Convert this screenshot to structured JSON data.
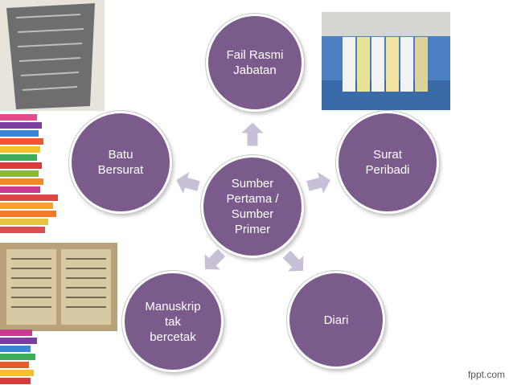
{
  "diagram": {
    "center": {
      "label": "Sumber\nPertama /\nSumber\nPrimer"
    },
    "nodes": [
      {
        "id": "top",
        "label": "Fail Rasmi\nJabatan"
      },
      {
        "id": "upper-right",
        "label": "Surat\nPeribadi"
      },
      {
        "id": "lower-right",
        "label": "Diari"
      },
      {
        "id": "lower-left",
        "label": "Manuskrip\ntak\nbercetak"
      },
      {
        "id": "upper-left",
        "label": "Batu\nBersurat"
      }
    ]
  },
  "footer": {
    "brand": "fppt.com"
  },
  "colors": {
    "node_fill": "#7b5a8c",
    "arrow_fill": "#c8c0d6",
    "paper": "#b9a27a",
    "stone": "#6e6e6e"
  }
}
